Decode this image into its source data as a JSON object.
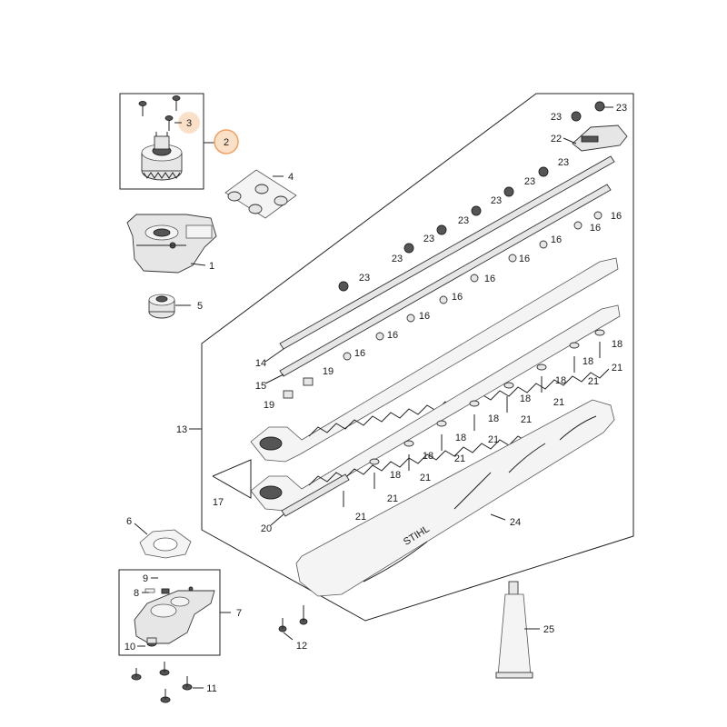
{
  "diagram": {
    "brand_mark": "STIHL",
    "callouts": [
      {
        "id": "c1",
        "label": "1"
      },
      {
        "id": "c2",
        "label": "2",
        "highlighted": true
      },
      {
        "id": "c3",
        "label": "3",
        "highlighted": true
      },
      {
        "id": "c4",
        "label": "4"
      },
      {
        "id": "c5",
        "label": "5"
      },
      {
        "id": "c6",
        "label": "6"
      },
      {
        "id": "c7",
        "label": "7"
      },
      {
        "id": "c8",
        "label": "8"
      },
      {
        "id": "c9",
        "label": "9"
      },
      {
        "id": "c10",
        "label": "10"
      },
      {
        "id": "c11",
        "label": "11"
      },
      {
        "id": "c12",
        "label": "12"
      },
      {
        "id": "c13",
        "label": "13"
      },
      {
        "id": "c14",
        "label": "14"
      },
      {
        "id": "c15",
        "label": "15"
      },
      {
        "id": "c16",
        "label": "16"
      },
      {
        "id": "c17",
        "label": "17"
      },
      {
        "id": "c18",
        "label": "18"
      },
      {
        "id": "c19",
        "label": "19"
      },
      {
        "id": "c20",
        "label": "20"
      },
      {
        "id": "c21",
        "label": "21"
      },
      {
        "id": "c22",
        "label": "22"
      },
      {
        "id": "c23",
        "label": "23"
      },
      {
        "id": "c24",
        "label": "24"
      },
      {
        "id": "c25",
        "label": "25"
      }
    ],
    "highlight_color": "#f0a060",
    "highlight_fill": "#fbe0c8"
  }
}
